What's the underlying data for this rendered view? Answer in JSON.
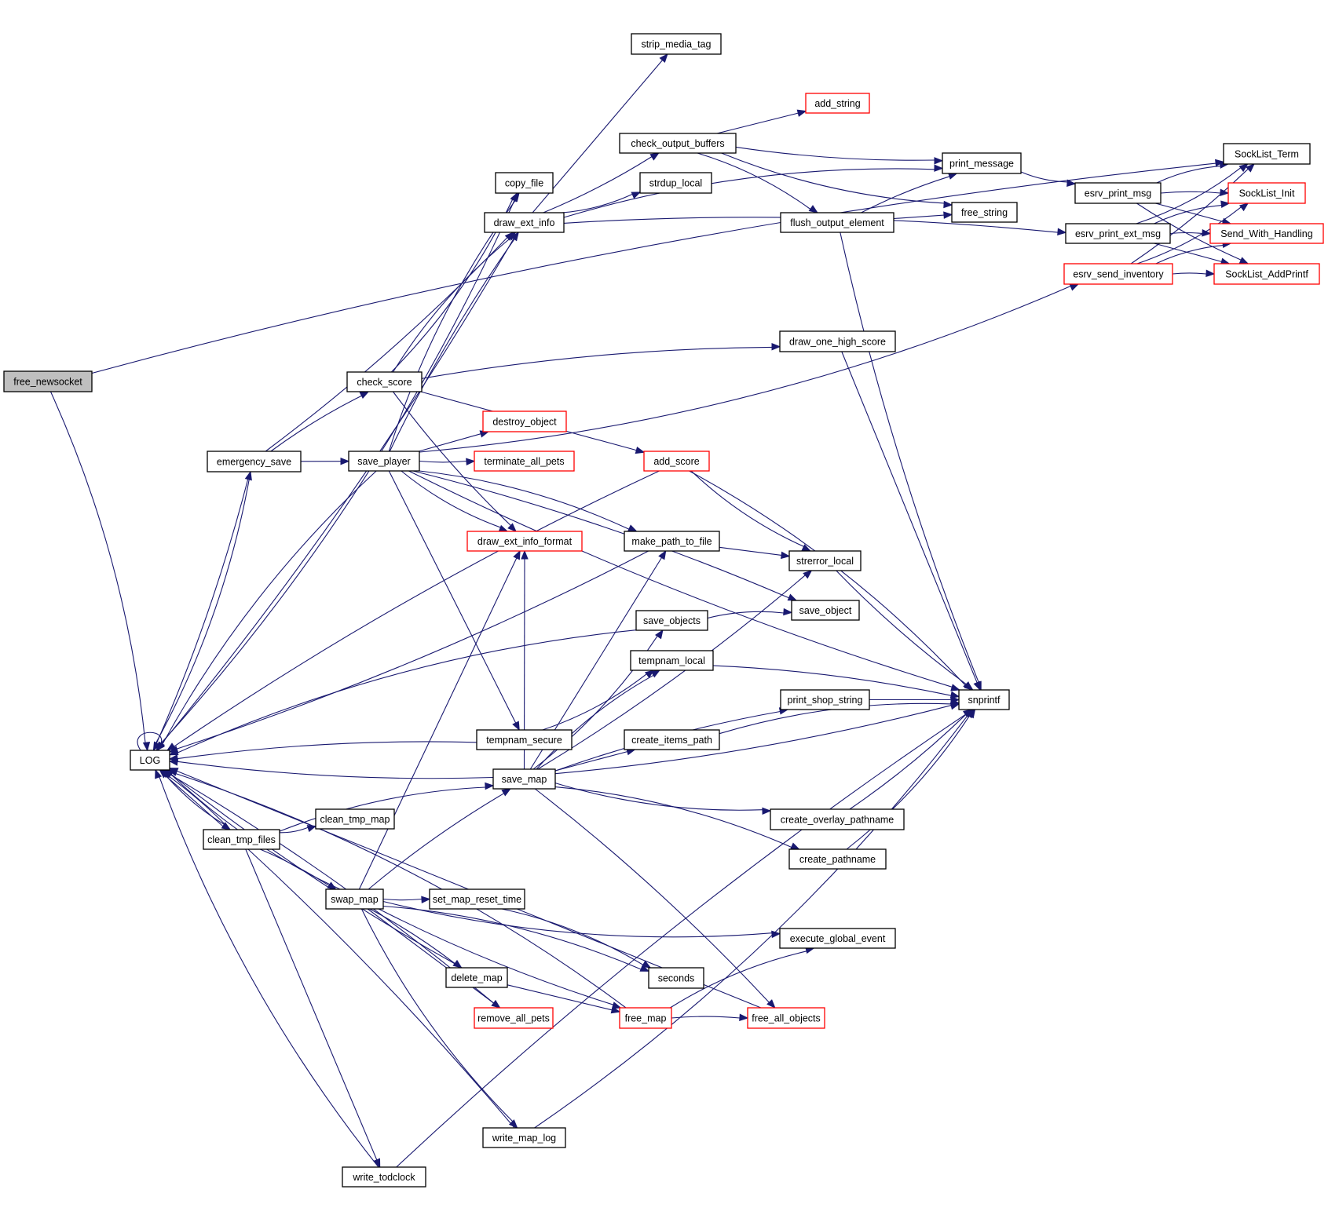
{
  "title": "Call graph of free_newsocket",
  "colors": {
    "edge": "#191970",
    "node_border_normal": "#000000",
    "node_border_truncated": "#ff0000",
    "node_fill_root": "#bfbfbf",
    "node_fill_default": "#ffffff"
  },
  "nodes": [
    {
      "id": "free_newsocket",
      "label": "free_newsocket",
      "style": "root"
    },
    {
      "id": "LOG",
      "label": "LOG",
      "style": "normal"
    },
    {
      "id": "SockList_Term",
      "label": "SockList_Term",
      "style": "normal"
    },
    {
      "id": "emergency_save",
      "label": "emergency_save",
      "style": "normal"
    },
    {
      "id": "check_score",
      "label": "check_score",
      "style": "normal"
    },
    {
      "id": "save_player",
      "label": "save_player",
      "style": "normal"
    },
    {
      "id": "copy_file",
      "label": "copy_file",
      "style": "normal"
    },
    {
      "id": "draw_ext_info",
      "label": "draw_ext_info",
      "style": "normal"
    },
    {
      "id": "strip_media_tag",
      "label": "strip_media_tag",
      "style": "normal"
    },
    {
      "id": "check_output_buffers",
      "label": "check_output_buffers",
      "style": "normal"
    },
    {
      "id": "strdup_local",
      "label": "strdup_local",
      "style": "normal"
    },
    {
      "id": "add_string",
      "label": "add_string",
      "style": "truncated"
    },
    {
      "id": "print_message",
      "label": "print_message",
      "style": "normal"
    },
    {
      "id": "free_string",
      "label": "free_string",
      "style": "normal"
    },
    {
      "id": "flush_output_element",
      "label": "flush_output_element",
      "style": "normal"
    },
    {
      "id": "esrv_print_msg",
      "label": "esrv_print_msg",
      "style": "normal"
    },
    {
      "id": "esrv_print_ext_msg",
      "label": "esrv_print_ext_msg",
      "style": "normal"
    },
    {
      "id": "esrv_send_inventory",
      "label": "esrv_send_inventory",
      "style": "truncated"
    },
    {
      "id": "SockList_Init",
      "label": "SockList_Init",
      "style": "truncated"
    },
    {
      "id": "Send_With_Handling",
      "label": "Send_With_Handling",
      "style": "truncated"
    },
    {
      "id": "SockList_AddPrintf",
      "label": "SockList_AddPrintf",
      "style": "truncated"
    },
    {
      "id": "draw_one_high_score",
      "label": "draw_one_high_score",
      "style": "normal"
    },
    {
      "id": "destroy_object",
      "label": "destroy_object",
      "style": "truncated"
    },
    {
      "id": "terminate_all_pets",
      "label": "terminate_all_pets",
      "style": "truncated"
    },
    {
      "id": "add_score",
      "label": "add_score",
      "style": "truncated"
    },
    {
      "id": "draw_ext_info_format",
      "label": "draw_ext_info_format",
      "style": "truncated"
    },
    {
      "id": "make_path_to_file",
      "label": "make_path_to_file",
      "style": "normal"
    },
    {
      "id": "strerror_local",
      "label": "strerror_local",
      "style": "normal"
    },
    {
      "id": "save_object",
      "label": "save_object",
      "style": "normal"
    },
    {
      "id": "save_objects",
      "label": "save_objects",
      "style": "normal"
    },
    {
      "id": "tempnam_local",
      "label": "tempnam_local",
      "style": "normal"
    },
    {
      "id": "print_shop_string",
      "label": "print_shop_string",
      "style": "normal"
    },
    {
      "id": "snprintf",
      "label": "snprintf",
      "style": "normal"
    },
    {
      "id": "tempnam_secure",
      "label": "tempnam_secure",
      "style": "normal"
    },
    {
      "id": "create_items_path",
      "label": "create_items_path",
      "style": "normal"
    },
    {
      "id": "save_map",
      "label": "save_map",
      "style": "normal"
    },
    {
      "id": "clean_tmp_map",
      "label": "clean_tmp_map",
      "style": "normal"
    },
    {
      "id": "clean_tmp_files",
      "label": "clean_tmp_files",
      "style": "normal"
    },
    {
      "id": "create_overlay_pathname",
      "label": "create_overlay_pathname",
      "style": "normal"
    },
    {
      "id": "create_pathname",
      "label": "create_pathname",
      "style": "normal"
    },
    {
      "id": "swap_map",
      "label": "swap_map",
      "style": "normal"
    },
    {
      "id": "set_map_reset_time",
      "label": "set_map_reset_time",
      "style": "normal"
    },
    {
      "id": "execute_global_event",
      "label": "execute_global_event",
      "style": "normal"
    },
    {
      "id": "delete_map",
      "label": "delete_map",
      "style": "normal"
    },
    {
      "id": "seconds",
      "label": "seconds",
      "style": "normal"
    },
    {
      "id": "remove_all_pets",
      "label": "remove_all_pets",
      "style": "truncated"
    },
    {
      "id": "free_map",
      "label": "free_map",
      "style": "truncated"
    },
    {
      "id": "free_all_objects",
      "label": "free_all_objects",
      "style": "truncated"
    },
    {
      "id": "write_map_log",
      "label": "write_map_log",
      "style": "normal"
    },
    {
      "id": "write_todclock",
      "label": "write_todclock",
      "style": "normal"
    }
  ],
  "edges": [
    [
      "free_newsocket",
      "LOG"
    ],
    [
      "free_newsocket",
      "SockList_Term"
    ],
    [
      "LOG",
      "LOG"
    ],
    [
      "LOG",
      "emergency_save"
    ],
    [
      "LOG",
      "clean_tmp_files"
    ],
    [
      "emergency_save",
      "LOG"
    ],
    [
      "emergency_save",
      "check_score"
    ],
    [
      "emergency_save",
      "save_player"
    ],
    [
      "emergency_save",
      "draw_ext_info"
    ],
    [
      "check_score",
      "copy_file"
    ],
    [
      "check_score",
      "draw_ext_info"
    ],
    [
      "check_score",
      "draw_one_high_score"
    ],
    [
      "check_score",
      "add_score"
    ],
    [
      "check_score",
      "draw_ext_info_format"
    ],
    [
      "save_player",
      "LOG"
    ],
    [
      "save_player",
      "copy_file"
    ],
    [
      "save_player",
      "draw_ext_info"
    ],
    [
      "save_player",
      "destroy_object"
    ],
    [
      "save_player",
      "terminate_all_pets"
    ],
    [
      "save_player",
      "draw_ext_info_format"
    ],
    [
      "save_player",
      "make_path_to_file"
    ],
    [
      "save_player",
      "save_object"
    ],
    [
      "save_player",
      "tempnam_secure"
    ],
    [
      "save_player",
      "snprintf"
    ],
    [
      "save_player",
      "esrv_send_inventory"
    ],
    [
      "copy_file",
      "LOG"
    ],
    [
      "draw_ext_info",
      "LOG"
    ],
    [
      "draw_ext_info",
      "strip_media_tag"
    ],
    [
      "draw_ext_info",
      "check_output_buffers"
    ],
    [
      "draw_ext_info",
      "strdup_local"
    ],
    [
      "draw_ext_info",
      "print_message"
    ],
    [
      "draw_ext_info",
      "esrv_print_ext_msg"
    ],
    [
      "check_output_buffers",
      "add_string"
    ],
    [
      "check_output_buffers",
      "print_message"
    ],
    [
      "check_output_buffers",
      "free_string"
    ],
    [
      "check_output_buffers",
      "flush_output_element"
    ],
    [
      "flush_output_element",
      "print_message"
    ],
    [
      "flush_output_element",
      "free_string"
    ],
    [
      "flush_output_element",
      "snprintf"
    ],
    [
      "print_message",
      "esrv_print_msg"
    ],
    [
      "esrv_print_msg",
      "SockList_Term"
    ],
    [
      "esrv_print_msg",
      "SockList_Init"
    ],
    [
      "esrv_print_msg",
      "Send_With_Handling"
    ],
    [
      "esrv_print_msg",
      "SockList_AddPrintf"
    ],
    [
      "esrv_print_ext_msg",
      "SockList_Term"
    ],
    [
      "esrv_print_ext_msg",
      "SockList_Init"
    ],
    [
      "esrv_print_ext_msg",
      "Send_With_Handling"
    ],
    [
      "esrv_print_ext_msg",
      "SockList_AddPrintf"
    ],
    [
      "esrv_send_inventory",
      "SockList_Term"
    ],
    [
      "esrv_send_inventory",
      "SockList_Init"
    ],
    [
      "esrv_send_inventory",
      "Send_With_Handling"
    ],
    [
      "esrv_send_inventory",
      "SockList_AddPrintf"
    ],
    [
      "draw_one_high_score",
      "snprintf"
    ],
    [
      "add_score",
      "LOG"
    ],
    [
      "add_score",
      "strerror_local"
    ],
    [
      "add_score",
      "snprintf"
    ],
    [
      "make_path_to_file",
      "LOG"
    ],
    [
      "make_path_to_file",
      "strerror_local"
    ],
    [
      "strerror_local",
      "snprintf"
    ],
    [
      "save_objects",
      "LOG"
    ],
    [
      "save_objects",
      "save_object"
    ],
    [
      "tempnam_local",
      "snprintf"
    ],
    [
      "print_shop_string",
      "snprintf"
    ],
    [
      "tempnam_secure",
      "LOG"
    ],
    [
      "tempnam_secure",
      "tempnam_local"
    ],
    [
      "create_items_path",
      "snprintf"
    ],
    [
      "save_map",
      "LOG"
    ],
    [
      "save_map",
      "make_path_to_file"
    ],
    [
      "save_map",
      "strerror_local"
    ],
    [
      "save_map",
      "save_objects"
    ],
    [
      "save_map",
      "tempnam_local"
    ],
    [
      "save_map",
      "print_shop_string"
    ],
    [
      "save_map",
      "create_items_path"
    ],
    [
      "save_map",
      "snprintf"
    ],
    [
      "save_map",
      "create_overlay_pathname"
    ],
    [
      "save_map",
      "create_pathname"
    ],
    [
      "save_map",
      "free_all_objects"
    ],
    [
      "save_map",
      "draw_ext_info_format"
    ],
    [
      "clean_tmp_files",
      "LOG"
    ],
    [
      "clean_tmp_files",
      "clean_tmp_map"
    ],
    [
      "clean_tmp_files",
      "save_map"
    ],
    [
      "clean_tmp_files",
      "swap_map"
    ],
    [
      "clean_tmp_files",
      "write_todclock"
    ],
    [
      "create_overlay_pathname",
      "snprintf"
    ],
    [
      "create_pathname",
      "snprintf"
    ],
    [
      "swap_map",
      "LOG"
    ],
    [
      "swap_map",
      "save_map"
    ],
    [
      "swap_map",
      "draw_ext_info_format"
    ],
    [
      "swap_map",
      "set_map_reset_time"
    ],
    [
      "swap_map",
      "execute_global_event"
    ],
    [
      "swap_map",
      "seconds"
    ],
    [
      "swap_map",
      "delete_map"
    ],
    [
      "swap_map",
      "remove_all_pets"
    ],
    [
      "swap_map",
      "free_map"
    ],
    [
      "swap_map",
      "write_map_log"
    ],
    [
      "set_map_reset_time",
      "seconds"
    ],
    [
      "delete_map",
      "LOG"
    ],
    [
      "delete_map",
      "free_map"
    ],
    [
      "remove_all_pets",
      "LOG"
    ],
    [
      "free_map",
      "LOG"
    ],
    [
      "free_map",
      "execute_global_event"
    ],
    [
      "free_map",
      "free_all_objects"
    ],
    [
      "free_all_objects",
      "LOG"
    ],
    [
      "write_map_log",
      "LOG"
    ],
    [
      "write_map_log",
      "snprintf"
    ],
    [
      "write_todclock",
      "LOG"
    ],
    [
      "write_todclock",
      "snprintf"
    ]
  ]
}
